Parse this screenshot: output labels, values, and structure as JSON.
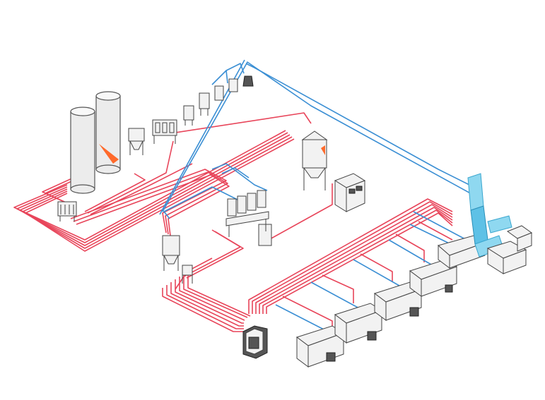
{
  "diagram": {
    "colors": {
      "material_line": "#e8455a",
      "vacuum_line": "#3b8fd4",
      "cyclone": "#8fd8f0",
      "hot_air": "#ff6a2b",
      "equipment_outline": "#444444"
    },
    "components": [
      {
        "id": "storage-silos",
        "label": ""
      },
      {
        "id": "silo-manifold",
        "label": ""
      },
      {
        "id": "bag-unloader",
        "label": ""
      },
      {
        "id": "mixer-station",
        "label": ""
      },
      {
        "id": "small-loaders",
        "label": ""
      },
      {
        "id": "central-dryer",
        "label": ""
      },
      {
        "id": "control-cabinet",
        "label": ""
      },
      {
        "id": "multi-hopper-dryer",
        "label": ""
      },
      {
        "id": "machine-side-dryer",
        "label": ""
      },
      {
        "id": "distribution-station",
        "label": ""
      },
      {
        "id": "granulator",
        "label": ""
      },
      {
        "id": "injection-machines",
        "label": ""
      },
      {
        "id": "cyclone-dust-collector",
        "label": ""
      }
    ]
  }
}
